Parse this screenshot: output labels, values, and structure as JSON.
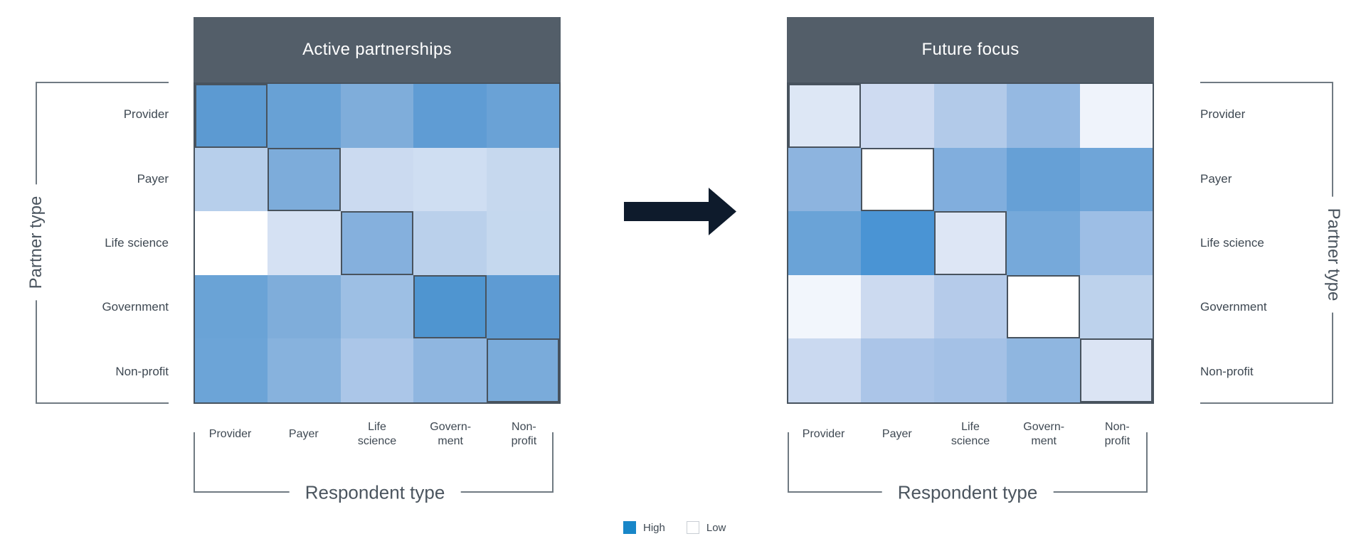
{
  "axes": {
    "partner": "Partner type",
    "respondent": "Respondent type"
  },
  "partner_tick_labels": [
    "Provider",
    "Payer",
    "Life science",
    "Government",
    "Non-profit"
  ],
  "respondent_tick_labels": [
    [
      "Provider"
    ],
    [
      "Payer"
    ],
    [
      "Life",
      "science"
    ],
    [
      "Govern-",
      "ment"
    ],
    [
      "Non-",
      "profit"
    ]
  ],
  "legend": {
    "high": {
      "label": "High",
      "color": "#1886c8"
    },
    "low": {
      "label": "Low",
      "color": "#ffffff",
      "border": "#c9ced4"
    }
  },
  "colors": {
    "header_bg": "#535e69",
    "grid_border": "#48535e",
    "bracket_line": "#707a82",
    "label_text": "#3e4852",
    "axis_label_text": "#4b555f",
    "arrow": "#0e1b2c",
    "canvas_bg": "#ffffff"
  },
  "chart_data": [
    {
      "type": "heatmap",
      "id": "active-partnerships",
      "title": "Active partnerships",
      "x_axis_label": "Respondent type",
      "y_axis_label": "Partner type",
      "x_categories": [
        "Provider",
        "Payer",
        "Life science",
        "Government",
        "Non-profit"
      ],
      "y_categories": [
        "Provider",
        "Payer",
        "Life science",
        "Government",
        "Non-profit"
      ],
      "scale": {
        "low_label": "Low",
        "low_color": "#ffffff",
        "high_label": "High",
        "high_color": "#1886c8"
      },
      "values_pct_high": [
        [
          62,
          57,
          47,
          60,
          56
        ],
        [
          28,
          50,
          20,
          18,
          22
        ],
        [
          0,
          16,
          48,
          27,
          21
        ],
        [
          58,
          50,
          38,
          70,
          62
        ],
        [
          57,
          47,
          33,
          44,
          52
        ]
      ],
      "cell_colors": [
        [
          "#5c9ad2",
          "#68a1d5",
          "#7fadda",
          "#5f9cd4",
          "#6aa2d6"
        ],
        [
          "#b7cfeb",
          "#7dacda",
          "#cbdaf0",
          "#cfdef2",
          "#c6d8ee"
        ],
        [
          "#ffffff",
          "#d5e1f3",
          "#85b0dd",
          "#bad0eb",
          "#c5d8ee"
        ],
        [
          "#6aa3d6",
          "#7fadda",
          "#9dbfe4",
          "#4f95d0",
          "#5e9bd3"
        ],
        [
          "#6ca4d7",
          "#87b2dd",
          "#abc6e8",
          "#8fb6e0",
          "#7aabda"
        ]
      ],
      "diagonal_outlined": true
    },
    {
      "type": "heatmap",
      "id": "future-focus",
      "title": "Future focus",
      "x_axis_label": "Respondent type",
      "y_axis_label": "Partner type",
      "x_categories": [
        "Provider",
        "Payer",
        "Life science",
        "Government",
        "Non-profit"
      ],
      "y_categories": [
        "Provider",
        "Payer",
        "Life science",
        "Government",
        "Non-profit"
      ],
      "scale": {
        "low_label": "Low",
        "low_color": "#ffffff",
        "high_label": "High",
        "high_color": "#1886c8"
      },
      "values_pct_high": [
        [
          13,
          19,
          30,
          42,
          6
        ],
        [
          45,
          0,
          49,
          60,
          56
        ],
        [
          58,
          72,
          13,
          54,
          38
        ],
        [
          5,
          20,
          29,
          0,
          26
        ],
        [
          21,
          33,
          36,
          44,
          14
        ]
      ],
      "cell_colors": [
        [
          "#dde7f5",
          "#cedbf1",
          "#b2cae9",
          "#95b9e2",
          "#eff3fb"
        ],
        [
          "#8db4df",
          "#ffffff",
          "#81aedd",
          "#66a0d6",
          "#6fa5d8"
        ],
        [
          "#6aa3d7",
          "#4a94d4",
          "#dde6f5",
          "#76a9da",
          "#9dbee5"
        ],
        [
          "#f2f6fc",
          "#ccdaf0",
          "#b5cbea",
          "#ffffff",
          "#bdd2ec"
        ],
        [
          "#cad9f0",
          "#abc5e8",
          "#a4c1e6",
          "#8fb6e0",
          "#dbe4f4"
        ]
      ],
      "diagonal_outlined": true
    }
  ]
}
